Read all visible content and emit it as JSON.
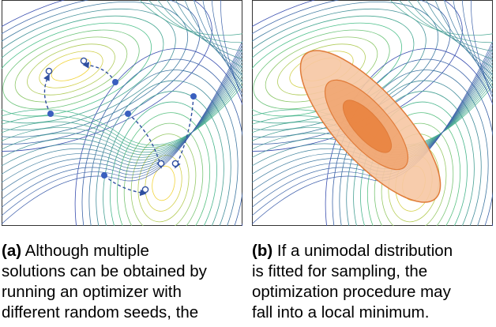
{
  "figure": {
    "panel_a": {
      "caption_tag": "(a)",
      "caption_lines": [
        "Although multiple",
        "solutions can be obtained by",
        "running an optimizer with",
        "different random seeds, the"
      ]
    },
    "panel_b": {
      "caption_tag": "(b)",
      "caption_lines": [
        "If a unimodal distribution",
        "is fitted for sampling, the",
        "optimization procedure may",
        "fall into a local minimum."
      ]
    }
  },
  "colors": {
    "solution_path": "#2f4fa0",
    "start_point": "#3a5fbf",
    "end_point_ring": "#2f4fa0",
    "gaussian_outer": "#f6c7a3",
    "gaussian_mid": "#f0a36f",
    "gaussian_inner": "#e9833f",
    "gaussian_edge": "#e07b39",
    "contour_low": "#f2d43a",
    "contour_mid": "#4cc08a",
    "contour_high": "#3a4fb0"
  }
}
